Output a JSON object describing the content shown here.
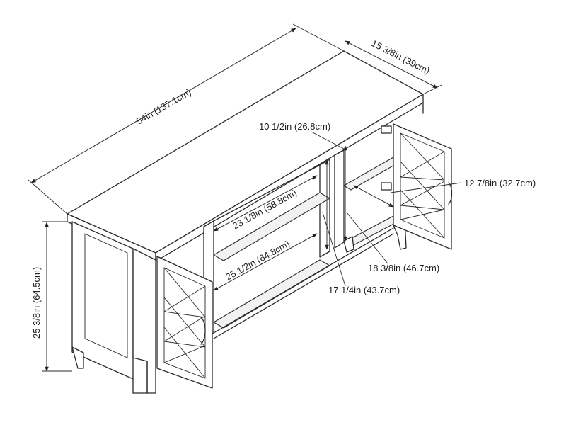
{
  "dimensions": {
    "width": "54in (137.1cm)",
    "depth": "15 3/8in (39cm)",
    "height": "25 3/8in (64.5cm)",
    "upper_shelf_clearance": "10 1/2in (26.8cm)",
    "door_depth": "12 7/8in (32.7cm)",
    "upper_shelf_width": "23 1/8in (58.8cm)",
    "lower_shelf_width": "25 1/2in (64.8cm)",
    "interior_depth": "18 3/8in (46.7cm)",
    "lower_shelf_clearance": "17 1/4in (43.7cm)"
  },
  "colors": {
    "line": "#2a2a2a",
    "background": "#ffffff"
  }
}
